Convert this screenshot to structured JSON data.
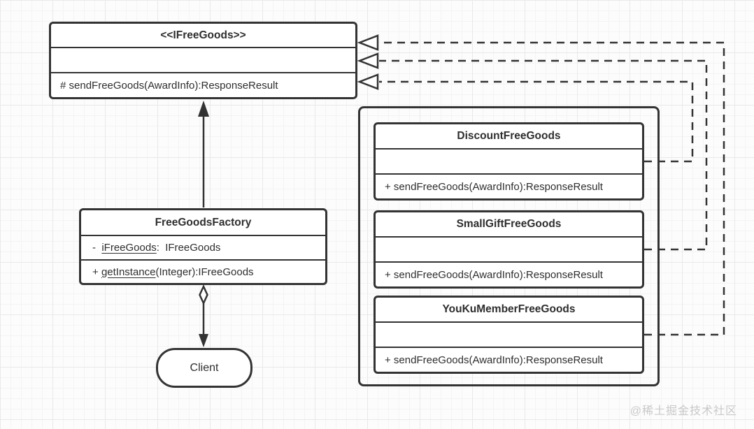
{
  "diagram": {
    "interface_class": {
      "name": "<<IFreeGoods>>",
      "method": "# sendFreeGoods(AwardInfo):ResponseResult"
    },
    "factory_class": {
      "name": "FreeGoodsFactory",
      "attribute": {
        "prefix": "-  ",
        "underlined": "iFreeGoods",
        "rest": ":  IFreeGoods"
      },
      "method": {
        "prefix": "+ ",
        "underlined": "getInstance",
        "rest": "(Integer):IFreeGoods"
      }
    },
    "client_node": {
      "label": "Client"
    },
    "implementation_classes": [
      {
        "name": "DiscountFreeGoods",
        "method": "+ sendFreeGoods(AwardInfo):ResponseResult"
      },
      {
        "name": "SmallGiftFreeGoods",
        "method": "+ sendFreeGoods(AwardInfo):ResponseResult"
      },
      {
        "name": "YouKuMemberFreeGoods",
        "method": "+ sendFreeGoods(AwardInfo):ResponseResult"
      }
    ],
    "relationships": [
      {
        "from": "FreeGoodsFactory",
        "to": "IFreeGoods",
        "type": "solid-arrow-association"
      },
      {
        "from": "FreeGoodsFactory",
        "to": "Client",
        "type": "aggregation-diamond-arrow"
      },
      {
        "from": "DiscountFreeGoods",
        "to": "IFreeGoods",
        "type": "dashed-realization"
      },
      {
        "from": "SmallGiftFreeGoods",
        "to": "IFreeGoods",
        "type": "dashed-realization"
      },
      {
        "from": "YouKuMemberFreeGoods",
        "to": "IFreeGoods",
        "type": "dashed-realization"
      }
    ]
  },
  "watermark": {
    "text": "@稀土掘金技术社区"
  },
  "colors": {
    "stroke": "#333333",
    "text": "#2e2e2e",
    "watermark": "#c9c9c9",
    "background": "#fcfcfc"
  }
}
